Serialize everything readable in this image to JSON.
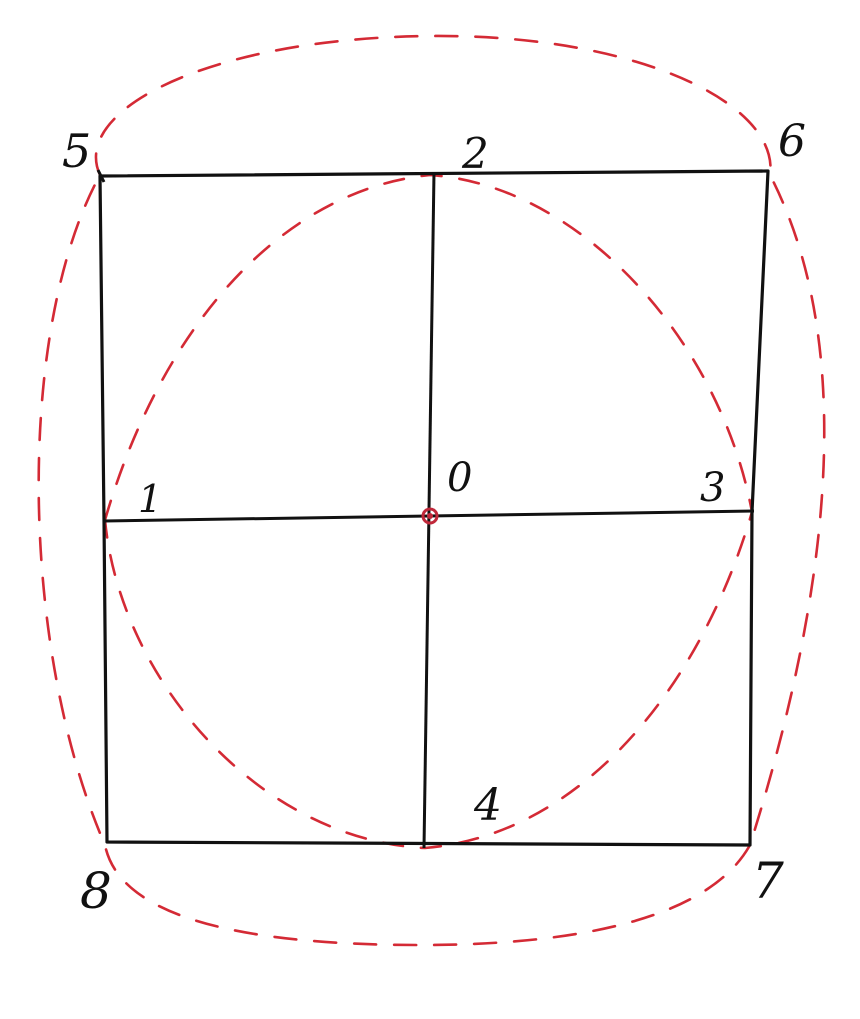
{
  "diagram": {
    "points": [
      {
        "id": "0",
        "label": "0"
      },
      {
        "id": "1",
        "label": "1"
      },
      {
        "id": "2",
        "label": "2"
      },
      {
        "id": "3",
        "label": "3"
      },
      {
        "id": "4",
        "label": "4"
      },
      {
        "id": "5",
        "label": "5"
      },
      {
        "id": "6",
        "label": "6"
      },
      {
        "id": "7",
        "label": "7"
      },
      {
        "id": "8",
        "label": "8"
      }
    ],
    "colors": {
      "lines": "#111111",
      "dashed_circles": "#d42a35",
      "center_dot": "#c0283a",
      "background": "#ffffff"
    }
  }
}
